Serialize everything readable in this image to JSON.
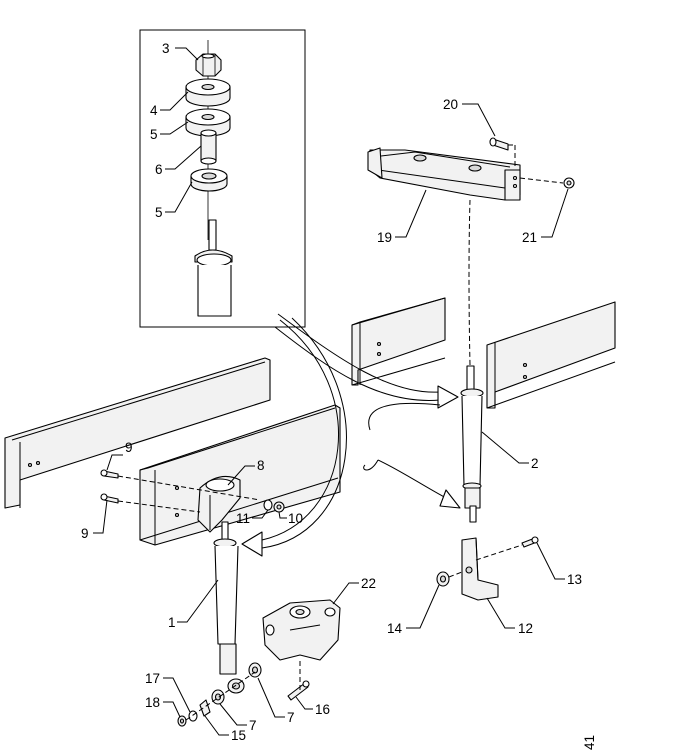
{
  "figure_id": "41",
  "callouts": [
    {
      "id": "c3",
      "text": "3"
    },
    {
      "id": "c4",
      "text": "4"
    },
    {
      "id": "c5a",
      "text": "5"
    },
    {
      "id": "c6",
      "text": "6"
    },
    {
      "id": "c5b",
      "text": "5"
    },
    {
      "id": "c20",
      "text": "20"
    },
    {
      "id": "c19",
      "text": "19"
    },
    {
      "id": "c21",
      "text": "21"
    },
    {
      "id": "c9a",
      "text": "9"
    },
    {
      "id": "c9b",
      "text": "9"
    },
    {
      "id": "c8",
      "text": "8"
    },
    {
      "id": "c11",
      "text": "11"
    },
    {
      "id": "c10",
      "text": "10"
    },
    {
      "id": "c2",
      "text": "2"
    },
    {
      "id": "c13",
      "text": "13"
    },
    {
      "id": "c14",
      "text": "14"
    },
    {
      "id": "c12",
      "text": "12"
    },
    {
      "id": "c22",
      "text": "22"
    },
    {
      "id": "c1",
      "text": "1"
    },
    {
      "id": "c17",
      "text": "17"
    },
    {
      "id": "c18",
      "text": "18"
    },
    {
      "id": "c15",
      "text": "15"
    },
    {
      "id": "c7a",
      "text": "7"
    },
    {
      "id": "c7b",
      "text": "7"
    },
    {
      "id": "c16",
      "text": "16"
    }
  ]
}
